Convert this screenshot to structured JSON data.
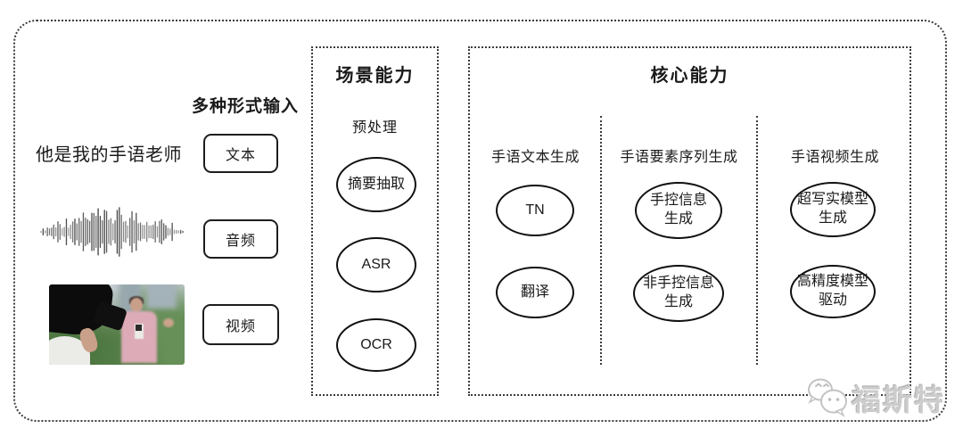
{
  "input_section": {
    "title": "多种形式输入",
    "text_example": "他是我的手语老师",
    "items": [
      {
        "label": "文本"
      },
      {
        "label": "音频"
      },
      {
        "label": "视频"
      }
    ]
  },
  "scene_box": {
    "title": "场景能力",
    "subtitle": "预处理",
    "nodes": [
      "摘要抽取",
      "ASR",
      "OCR"
    ]
  },
  "core_box": {
    "title": "核心能力",
    "columns": [
      {
        "header": "手语文本生成",
        "nodes": [
          "TN",
          "翻译"
        ]
      },
      {
        "header": "手语要素序列生成",
        "nodes": [
          "手控信息\n生成",
          "非手控信息\n生成"
        ]
      },
      {
        "header": "手语视频生成",
        "nodes": [
          "超写实模型\n生成",
          "高精度模型\n驱动"
        ]
      }
    ]
  },
  "watermark": {
    "text": "福斯特",
    "icon": "wechat-chat-bubbles"
  },
  "colors": {
    "ink": "#1a1a1a",
    "dotted_border": "#3c3c3c",
    "node_stroke": "#101010",
    "watermark_gray": "#cccccc",
    "background": "#ffffff"
  }
}
